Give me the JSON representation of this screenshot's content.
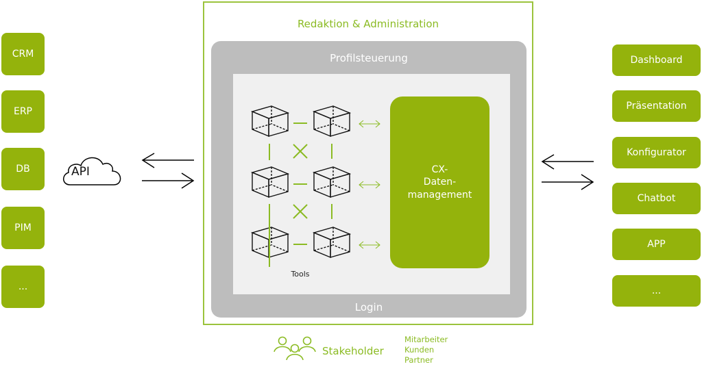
{
  "left_sources": [
    {
      "label": "CRM"
    },
    {
      "label": "ERP"
    },
    {
      "label": "DB"
    },
    {
      "label": "PIM"
    },
    {
      "label": "..."
    }
  ],
  "api": {
    "label": "API",
    "icon": "cloud-icon"
  },
  "center": {
    "title": "Redaktion & Administration",
    "profile_label": "Profilsteuerung",
    "login_label": "Login",
    "tools_label": "Tools",
    "cx_label": "CX-\nDaten-\nmanagement"
  },
  "right_outputs": [
    {
      "label": "Dashboard"
    },
    {
      "label": "Präsentation"
    },
    {
      "label": "Konfigurator"
    },
    {
      "label": "Chatbot"
    },
    {
      "label": "APP"
    },
    {
      "label": "..."
    }
  ],
  "stakeholder": {
    "label": "Stakeholder",
    "icon": "people-icon",
    "roles": [
      "Mitarbeiter",
      "Kunden",
      "Partner"
    ]
  },
  "colors": {
    "brand_green": "#94b30c",
    "accent_green": "#8bbb23",
    "frame_gray": "#bdbdbd",
    "panel_gray": "#f0f0f0"
  }
}
